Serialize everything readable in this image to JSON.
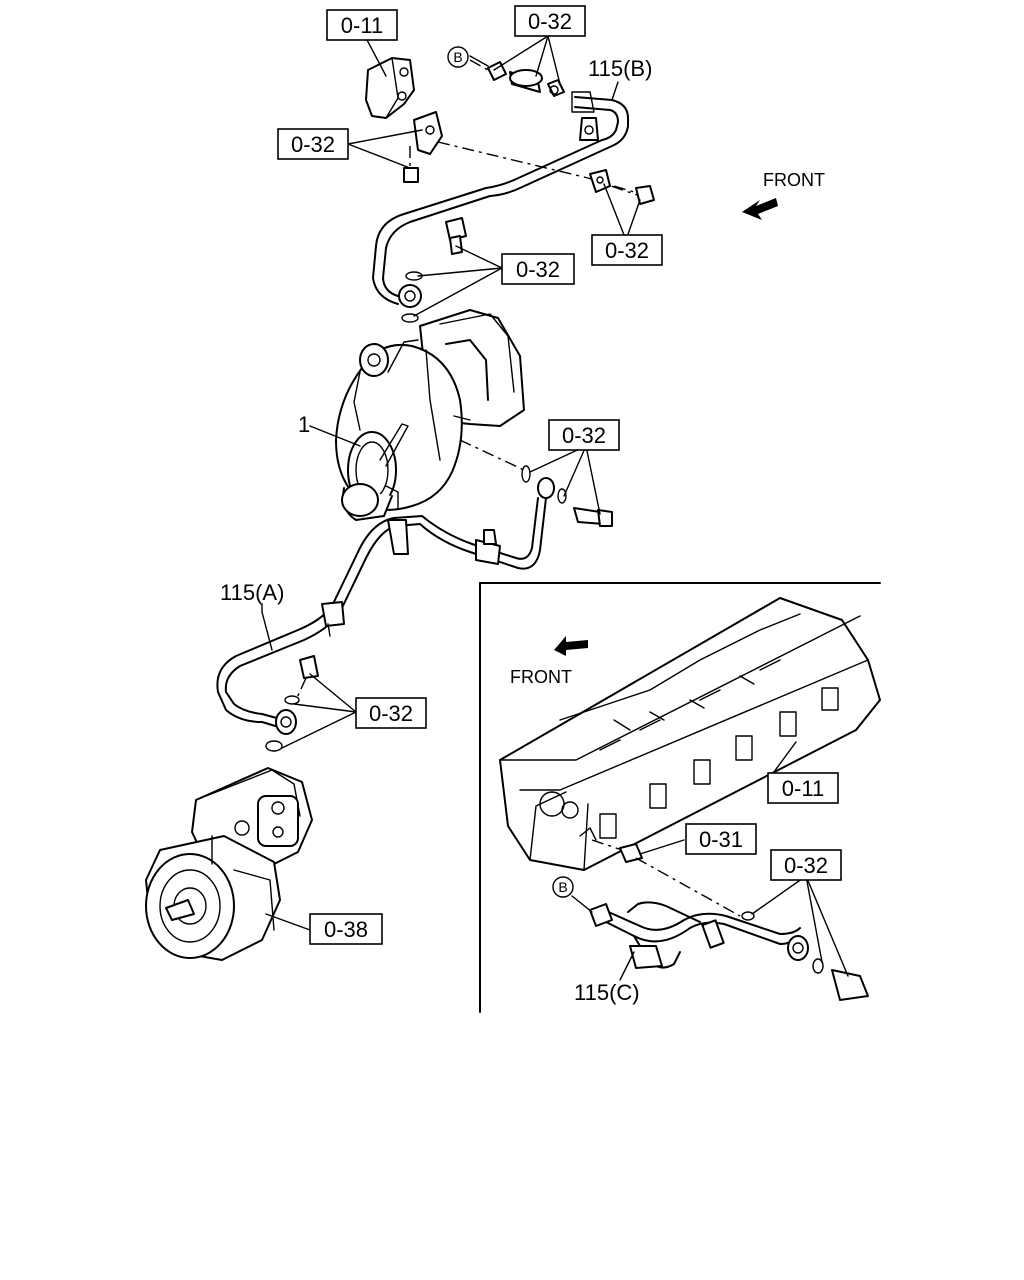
{
  "callouts": {
    "top_bracket_ref": "0-11",
    "top_clamp_ref": "0-32",
    "upper_bracket_ref": "0-32",
    "right_clamp_ref": "0-32",
    "turbo_upper_ref": "0-32",
    "turbo_side_ref": "0-32",
    "compressor_union_ref": "0-32",
    "compressor_ref": "0-38",
    "head_ref": "0-11",
    "plug_ref": "0-31",
    "inset_union_ref": "0-32"
  },
  "part_numbers": {
    "pipe_b": "115(B)",
    "pipe_a": "115(A)",
    "pipe_c": "115(C)",
    "turbocharger": "1"
  },
  "connection_markers": {
    "top": "B",
    "inset": "B"
  },
  "front_indicators": {
    "main": "FRONT",
    "inset": "FRONT"
  }
}
